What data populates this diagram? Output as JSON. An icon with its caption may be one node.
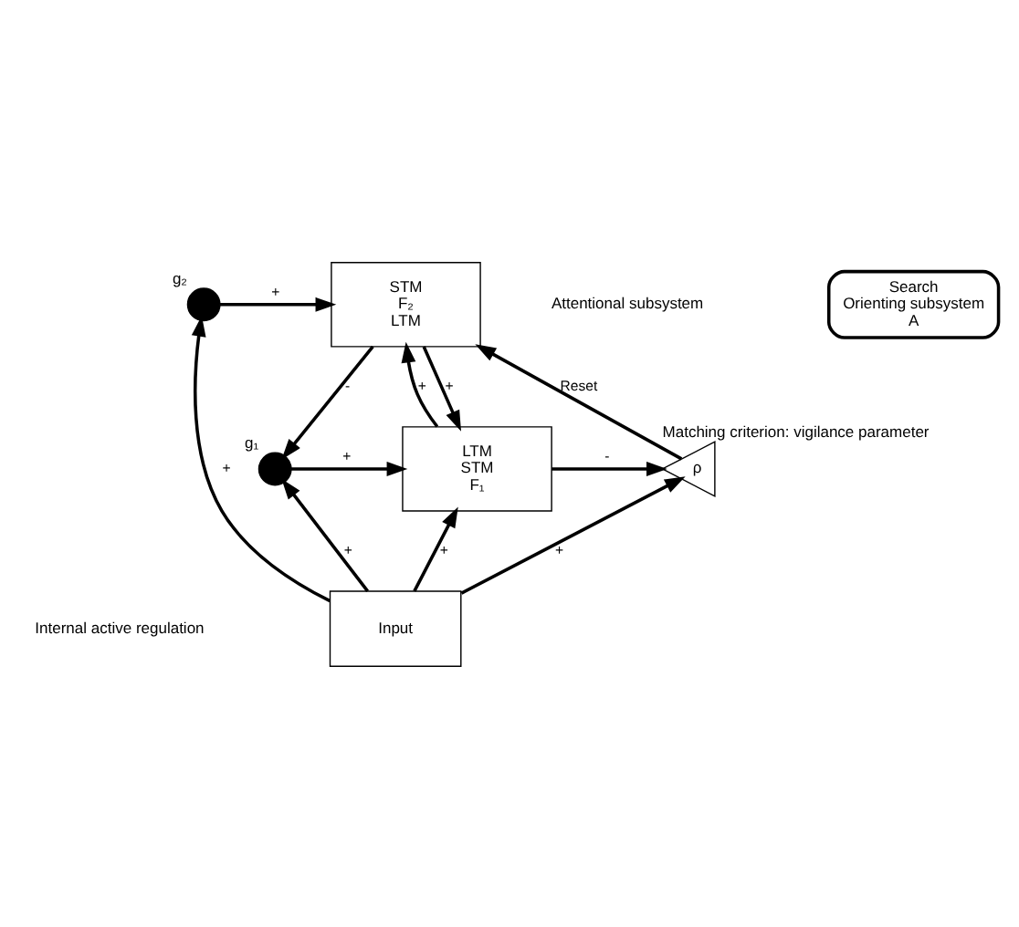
{
  "diagram": {
    "nodes": [
      {
        "text": [
          "STM",
          "F₂",
          "LTM"
        ]
      },
      {
        "text": [
          "LTM",
          "STM",
          "F₁"
        ]
      },
      {
        "text": [],
        "shape": "circle",
        "beside": [
          "g₂"
        ]
      },
      {
        "text": [],
        "shape": "circle",
        "beside": [
          "g₁"
        ]
      },
      {
        "text": [
          "Input"
        ]
      },
      {
        "text": [
          "ρ"
        ],
        "beside": [
          "Matching criterion: vigilance parameter"
        ]
      },
      {
        "text": [
          "Search",
          "Orienting subsystem",
          "A"
        ]
      }
    ],
    "edges": [
      {
        "from": 4,
        "to": 1,
        "arrow": "to",
        "label": "+"
      },
      {
        "from": 4,
        "to": 2,
        "arrow": "to",
        "label": "+"
      },
      {
        "from": 4,
        "to": 3,
        "arrow": "to",
        "label": "+"
      },
      {
        "from": 4,
        "to": 5,
        "arrow": "to",
        "label": "+"
      },
      {
        "from": 2,
        "to": 0,
        "arrow": "to",
        "label": "+"
      },
      {
        "from": 3,
        "to": 1,
        "arrow": "to",
        "label": "+"
      },
      {
        "from": 0,
        "to": 1,
        "arrow": "to",
        "label": "+"
      },
      {
        "from": 0,
        "to": 3,
        "arrow": "to",
        "label": "-"
      },
      {
        "from": 1,
        "to": 0,
        "arrow": "to",
        "label": "+"
      },
      {
        "from": 1,
        "to": 5,
        "arrow": "to",
        "label": "-"
      },
      {
        "from": 5,
        "to": 0,
        "arrow": "to",
        "label": "Reset"
      }
    ],
    "labels": [
      "Attentional subsystem",
      "Internal active regulation"
    ]
  }
}
